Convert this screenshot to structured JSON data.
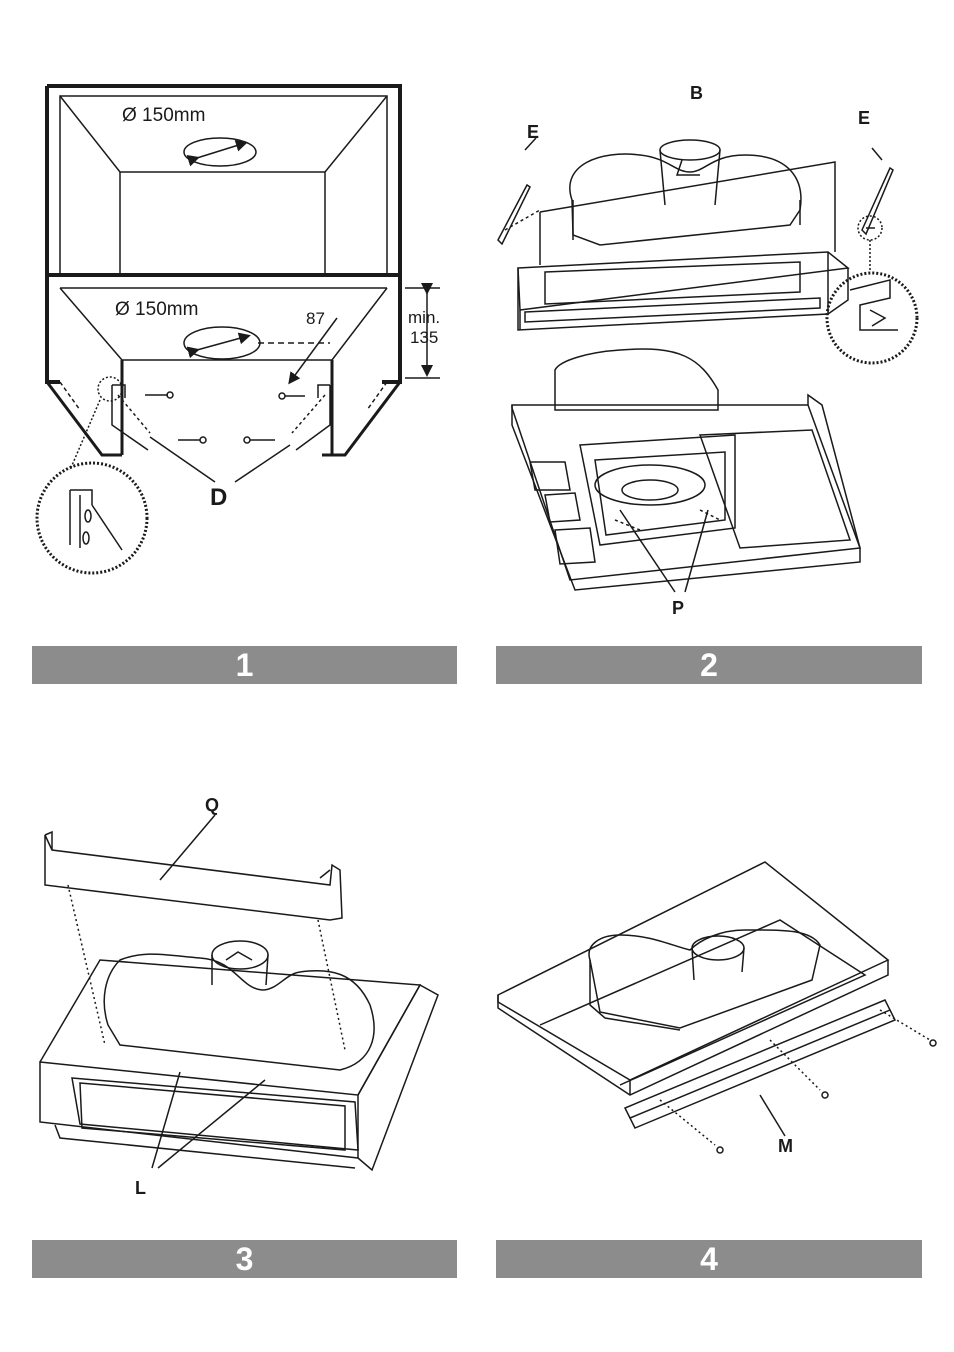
{
  "figures": [
    {
      "id": 1,
      "caption": "1",
      "labels": {
        "top_diameter": "Ø 150mm",
        "bottom_diameter": "Ø 150mm",
        "offset": "87",
        "min_label": "min.",
        "min_value": "135",
        "screws": "D"
      }
    },
    {
      "id": 2,
      "caption": "2",
      "labels": {
        "collar": "B",
        "bracket_left": "E",
        "bracket_right": "E",
        "screws": "P"
      }
    },
    {
      "id": 3,
      "caption": "3",
      "labels": {
        "cover": "Q",
        "tabs": "L"
      }
    },
    {
      "id": 4,
      "caption": "4",
      "labels": {
        "profile": "M"
      }
    }
  ],
  "colors": {
    "caption_bar": "#8c8c8c",
    "line": "#1a1a1a"
  }
}
